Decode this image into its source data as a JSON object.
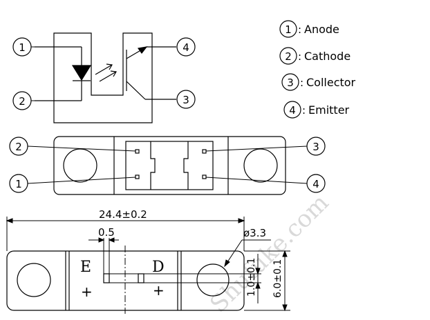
{
  "pins": [
    {
      "num": "1",
      "name": "Anode"
    },
    {
      "num": "2",
      "name": "Cathode"
    },
    {
      "num": "3",
      "name": "Collector"
    },
    {
      "num": "4",
      "name": "Emitter"
    }
  ],
  "legend_separator": ":",
  "dimensions": {
    "length": "24.4±0.2",
    "slot": "0.5",
    "hole": "ø3.3",
    "pin_pitch": "1.0±0.1",
    "height": "6.0±0.1"
  },
  "side_marks": {
    "emitter_letter": "E",
    "detector_letter": "D",
    "plus": "+"
  },
  "watermark": "Shufuke.com",
  "colors": {
    "line": "#000000",
    "watermark": "#d9d9d9",
    "background": "#ffffff"
  }
}
